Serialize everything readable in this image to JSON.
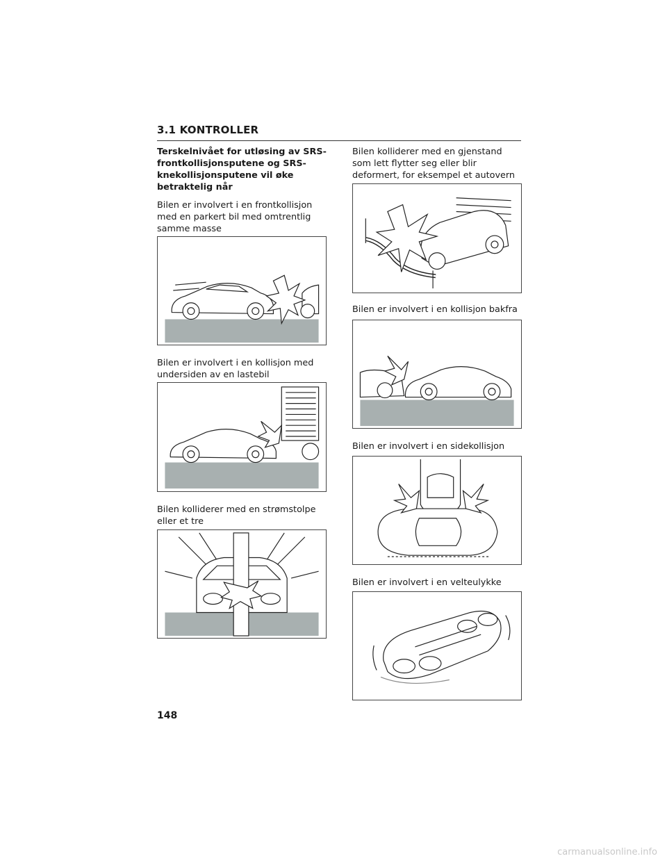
{
  "header": {
    "title": "3.1 KONTROLLER"
  },
  "left": {
    "heading": "Terskelnivået for utløsing av SRS-frontkollisjonsputene og SRS-knekollisjonsputene vil øke betraktelig når",
    "captions": [
      "Bilen er involvert i en frontkollisjon med en parkert bil med omtrentlig samme masse",
      "Bilen er involvert i en kollisjon med undersiden av en lastebil",
      "Bilen kolliderer med en strømstolpe eller et tre"
    ]
  },
  "right": {
    "captions": [
      "Bilen kolliderer med en gjenstand som lett flytter seg eller blir deformert, for eksempel et autovern",
      "Bilen er involvert i en kollisjon bakfra",
      "Bilen er involvert i en sidekollisjon",
      "Bilen er involvert i en velteulykke"
    ]
  },
  "page_number": "148",
  "watermark": "carmanualsonline.info",
  "colors": {
    "ground": "#a8b0b0",
    "ink": "#222222",
    "frame": "#444444"
  }
}
